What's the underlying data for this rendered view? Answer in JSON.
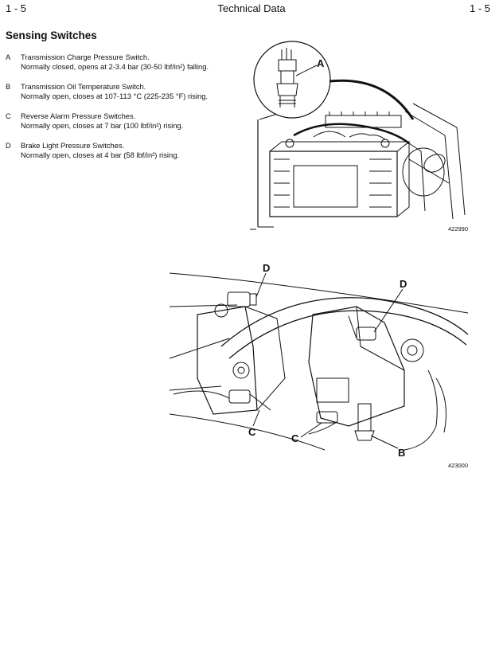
{
  "header": {
    "left": "1 - 5",
    "center": "Technical Data",
    "right": "1 - 5"
  },
  "section": {
    "title": "Sensing Switches",
    "items": [
      {
        "letter": "A",
        "name": "Transmission Charge Pressure Switch.",
        "detail": "Normally closed, opens at 2-3.4 bar (30-50 lbf/in²) falling."
      },
      {
        "letter": "B",
        "name": "Transmission Oil Temperature Switch.",
        "detail": "Normally open, closes at 107-113 °C (225-235 °F) rising."
      },
      {
        "letter": "C",
        "name": "Reverse Alarm Pressure Switches.",
        "detail": "Normally open, closes at 7 bar (100 lbf/in²) rising."
      },
      {
        "letter": "D",
        "name": "Brake Light Pressure Switches.",
        "detail": "Normally open, closes at 4 bar (58 lbf/in²) rising."
      }
    ]
  },
  "figure1": {
    "number": "422990",
    "callouts": [
      "A"
    ]
  },
  "figure2": {
    "number": "423000",
    "callouts": [
      "D",
      "D",
      "C",
      "C",
      "B"
    ]
  }
}
